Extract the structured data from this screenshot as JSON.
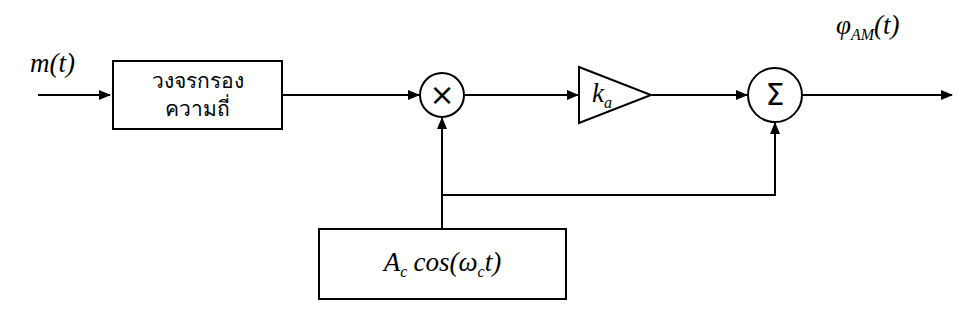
{
  "diagram": {
    "nodes": [
      {
        "text": [
          "วงจรกรอง ความถี่"
        ]
      },
      {
        "text": [
          "×"
        ]
      },
      {
        "text": [
          "k",
          "a"
        ]
      },
      {
        "text": [
          "Σ"
        ]
      },
      {
        "text": [
          "A",
          "c",
          "cos(ω",
          "c",
          "t)"
        ]
      }
    ],
    "edges": [
      {
        "from": 0,
        "to": 1,
        "arrow": "to"
      },
      {
        "from": 1,
        "to": 2,
        "arrow": "to"
      },
      {
        "from": 2,
        "to": 3,
        "arrow": "to"
      },
      {
        "from": 4,
        "to": 1,
        "arrow": "to"
      },
      {
        "from": 4,
        "to": 3,
        "arrow": "to"
      }
    ],
    "labels": [
      "m(t)",
      "φ",
      "AM",
      "(t)"
    ]
  }
}
